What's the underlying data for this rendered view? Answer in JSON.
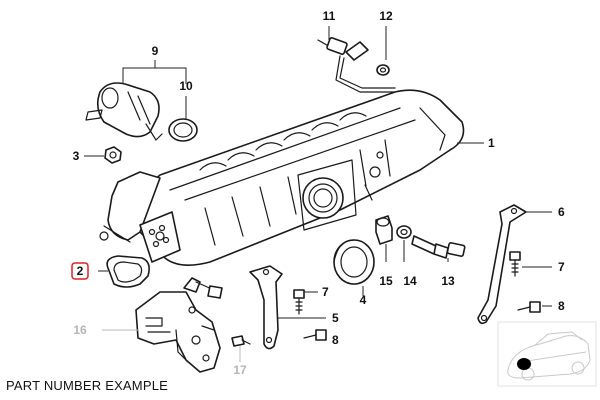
{
  "caption": "PART NUMBER EXAMPLE",
  "highlight_color": "#e02020",
  "callouts": {
    "c1": "1",
    "c2": "2",
    "c3": "3",
    "c4": "4",
    "c5": "5",
    "c6": "6",
    "c7a": "7",
    "c7b": "7",
    "c8a": "8",
    "c8b": "8",
    "c9": "9",
    "c10": "10",
    "c11": "11",
    "c12": "12",
    "c13": "13",
    "c14": "14",
    "c15": "15",
    "c16": "16",
    "c17": "17"
  }
}
